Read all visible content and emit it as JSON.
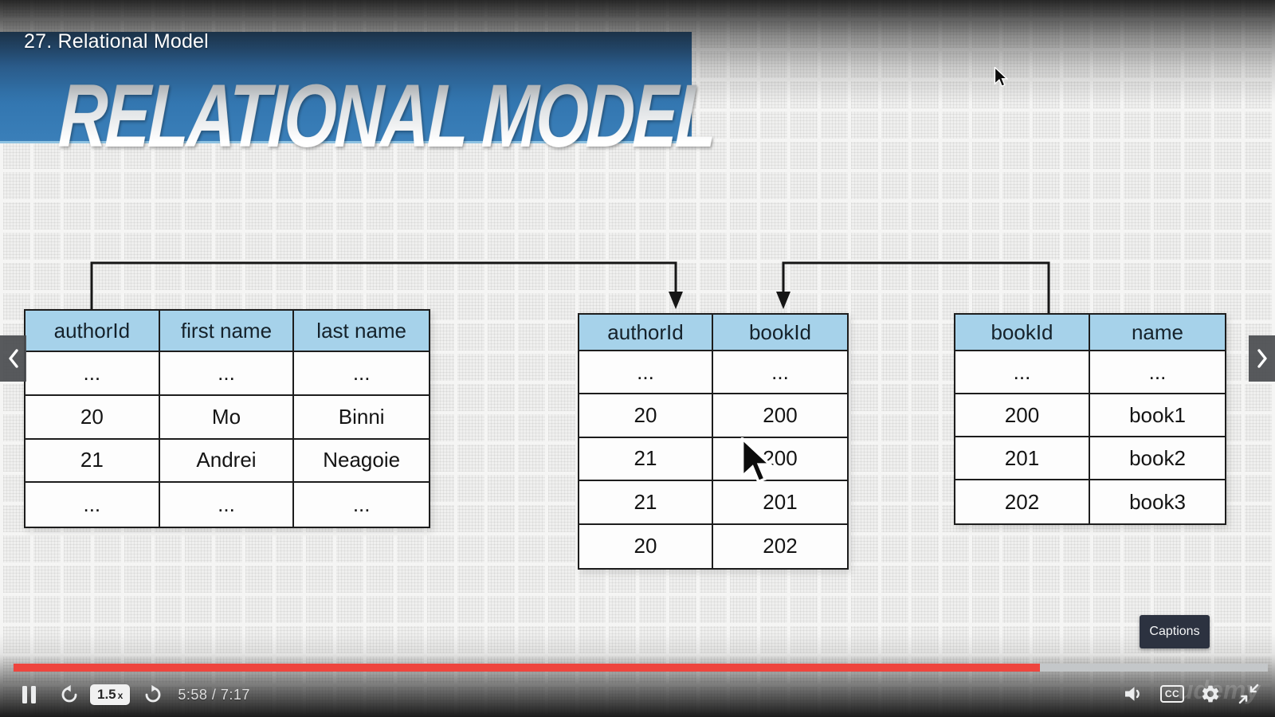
{
  "lecture": {
    "title": "27. Relational Model"
  },
  "slide": {
    "banner_title": "RELATIONAL MODEL",
    "header_color": "#a6d2ea",
    "tables": [
      {
        "name": "authors-table",
        "headers": [
          "authorId",
          "first name",
          "last name"
        ],
        "rows": [
          [
            "...",
            "...",
            "..."
          ],
          [
            "20",
            "Mo",
            "Binni"
          ],
          [
            "21",
            "Andrei",
            "Neagoie"
          ],
          [
            "...",
            "...",
            "..."
          ]
        ]
      },
      {
        "name": "author-book-junction-table",
        "headers": [
          "authorId",
          "bookId"
        ],
        "rows": [
          [
            "...",
            "..."
          ],
          [
            "20",
            "200"
          ],
          [
            "21",
            "200"
          ],
          [
            "21",
            "201"
          ],
          [
            "20",
            "202"
          ]
        ]
      },
      {
        "name": "books-table",
        "headers": [
          "bookId",
          "name"
        ],
        "rows": [
          [
            "...",
            "..."
          ],
          [
            "200",
            "book1"
          ],
          [
            "201",
            "book2"
          ],
          [
            "202",
            "book3"
          ]
        ]
      }
    ]
  },
  "player": {
    "speed": "1.5",
    "speed_suffix": "x",
    "time": "5:58 / 7:17",
    "progress_percent": 81.8,
    "progress_color": "#ee453e",
    "captions_tooltip": "Captions",
    "cc_label": "CC",
    "watermark": "udemy",
    "icon_names": [
      "pause-icon",
      "rewind-icon",
      "forward-icon",
      "volume-icon",
      "cc-icon",
      "settings-gear-icon",
      "compress-icon",
      "prev-slide-chevron-icon",
      "next-slide-chevron-icon"
    ]
  }
}
